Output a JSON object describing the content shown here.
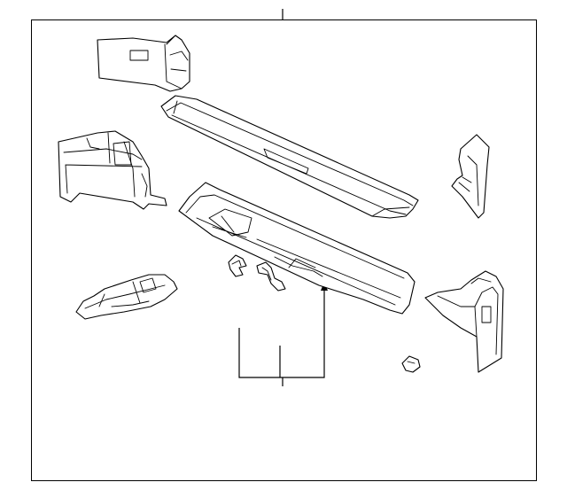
{
  "diagram": {
    "line_color": "#000000",
    "background": "#ffffff",
    "parts": [
      "upper-left-bracket",
      "upper-cross-member",
      "left-side-member",
      "right-upper-bracket",
      "lower-cross-member",
      "small-clip-left",
      "small-clip-center",
      "left-lower-bracket",
      "right-lower-bracket",
      "small-clip-right"
    ],
    "callouts": 2
  }
}
